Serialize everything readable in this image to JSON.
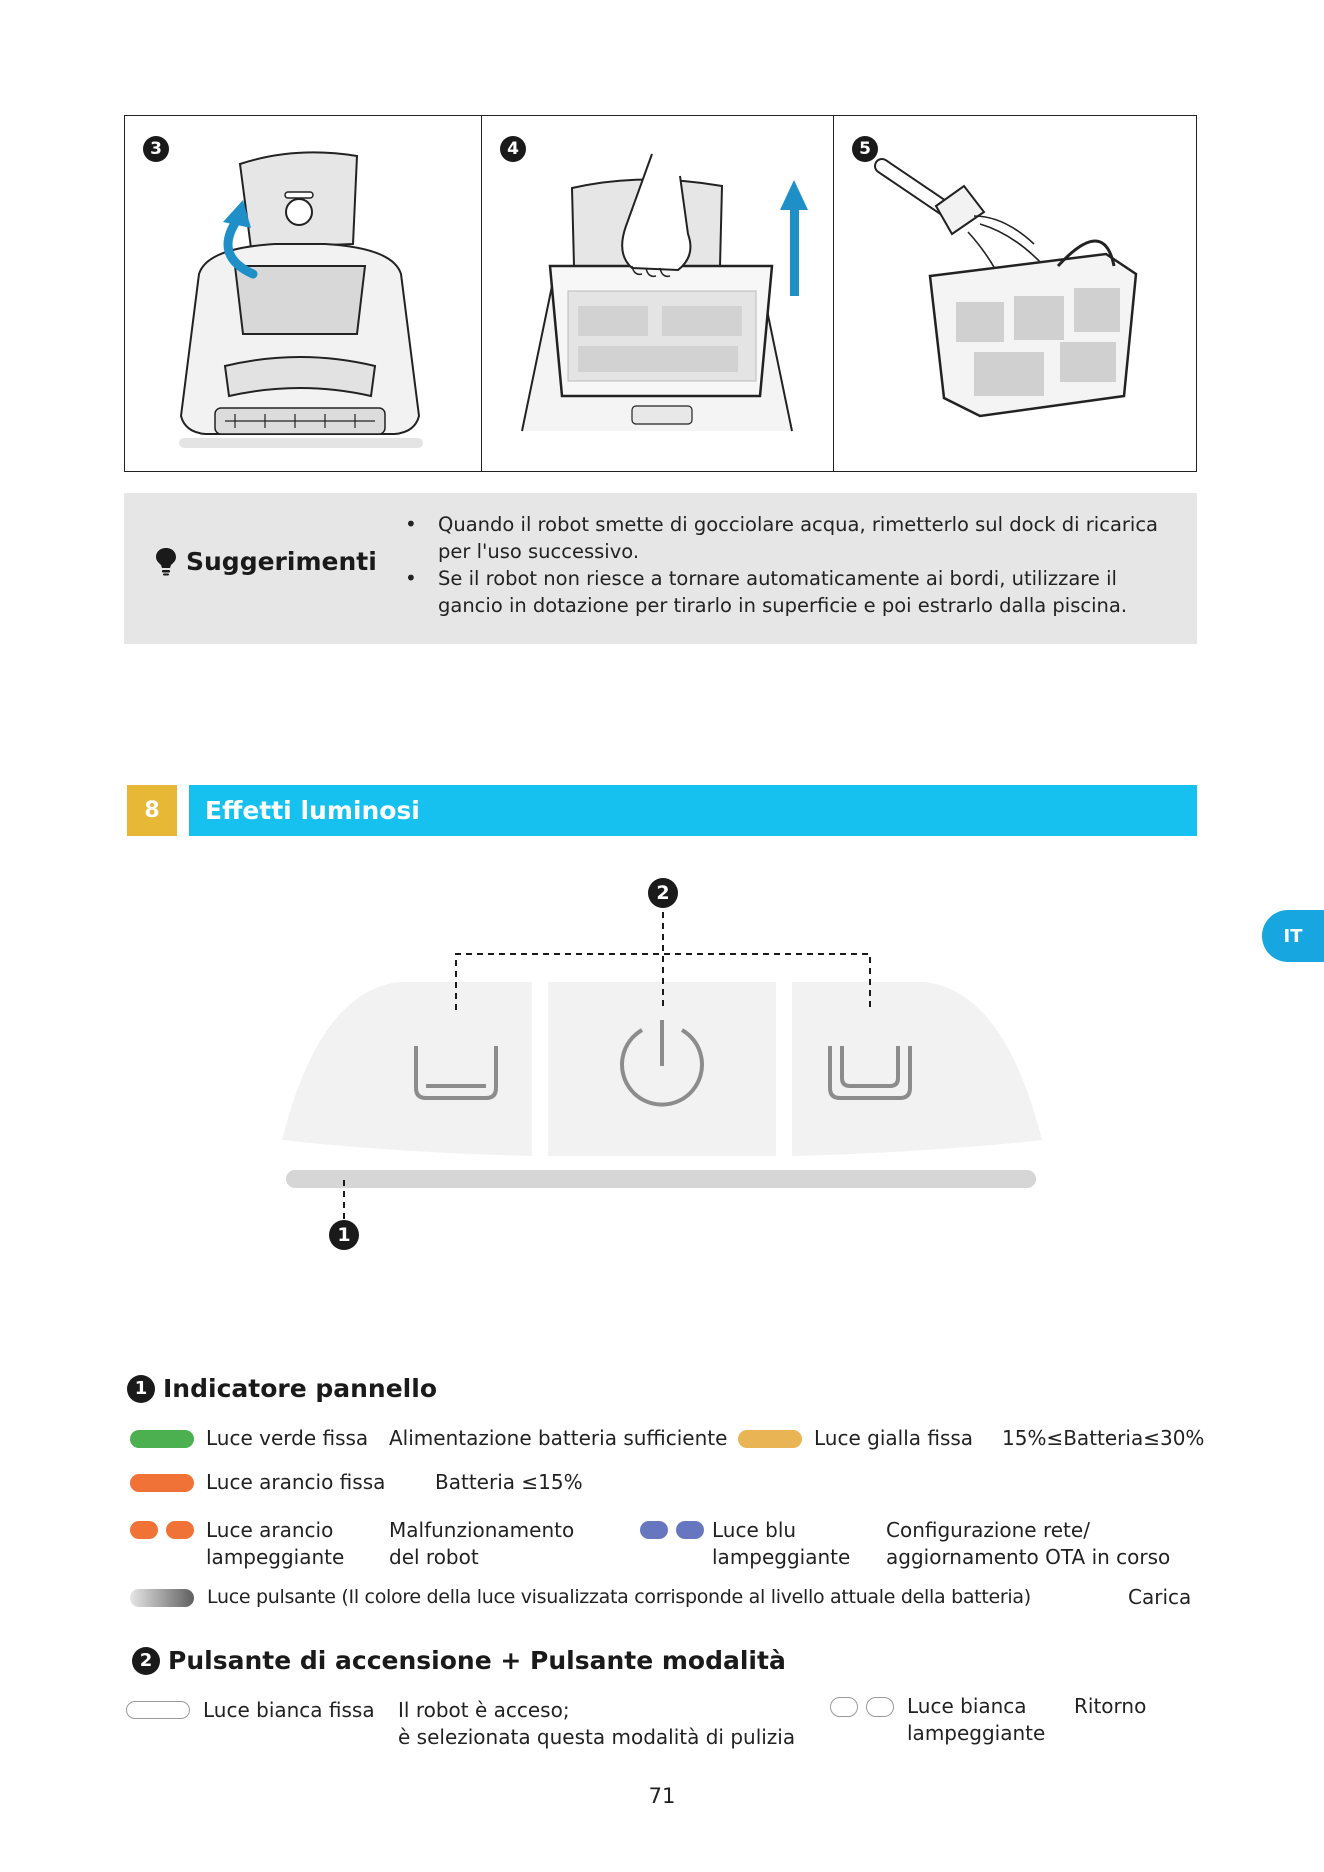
{
  "steps": [
    {
      "number": "3"
    },
    {
      "number": "4"
    },
    {
      "number": "5"
    }
  ],
  "tips": {
    "title": "Suggerimenti",
    "items": [
      "Quando il robot smette di gocciolare acqua, rimetterlo sul dock di ricarica per l'uso successivo.",
      "Se il robot non riesce a tornare automaticamente ai bordi, utilizzare il gancio in dotazione per tirarlo in superficie e poi estrarlo dalla piscina."
    ]
  },
  "section": {
    "number": "8",
    "title": "Effetti luminosi"
  },
  "language_tab": "IT",
  "diagram": {
    "callout_1": "1",
    "callout_2": "2"
  },
  "panel_indicator": {
    "number": "1",
    "title": "Indicatore pannello",
    "rows": [
      {
        "light": "Luce verde fissa",
        "meaning": "Alimentazione batteria sufficiente",
        "color": "#4cb050"
      },
      {
        "light": "Luce gialla fissa",
        "meaning": "15%≤Batteria≤30%",
        "color": "#e8b454"
      },
      {
        "light": "Luce arancio fissa",
        "meaning": "Batteria ≤15%",
        "color": "#f07236"
      },
      {
        "light": "Luce arancio lampeggiante",
        "meaning": "Malfunzionamento del robot",
        "color": "#f07236"
      },
      {
        "light": "Luce blu lampeggiante",
        "meaning": "Configurazione rete/ aggiornamento OTA in corso",
        "color": "#6677c0"
      },
      {
        "light": "Luce pulsante (Il colore della luce visualizzata corrisponde al livello attuale della batteria)",
        "meaning": "Carica",
        "color": "#808080"
      }
    ]
  },
  "power_button": {
    "number": "2",
    "title": "Pulsante di accensione + Pulsante modalità",
    "rows": [
      {
        "light": "Luce bianca fissa",
        "meaning_line1": "Il robot è acceso;",
        "meaning_line2": "è selezionata questa modalità di pulizia"
      },
      {
        "light_line1": "Luce bianca",
        "light_line2": "lampeggiante",
        "meaning": "Ritorno"
      }
    ]
  },
  "page_number": "71"
}
